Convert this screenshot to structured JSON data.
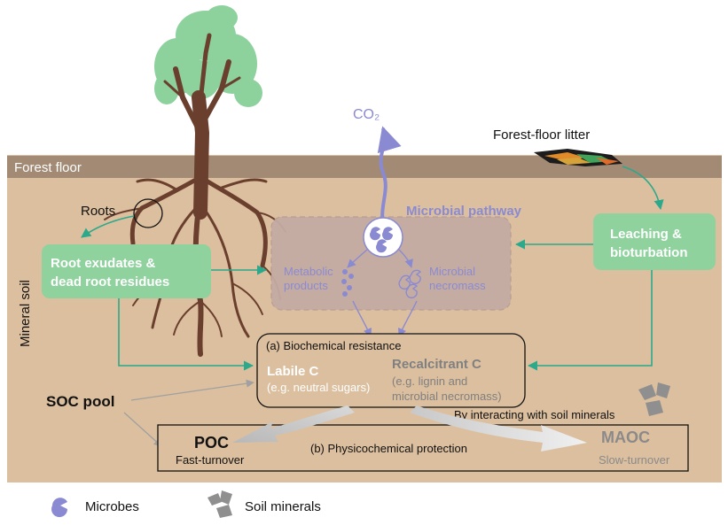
{
  "labels": {
    "co2": "CO₂",
    "forest_floor_litter": "Forest-floor litter",
    "forest_floor": "Forest floor",
    "mineral_soil": "Mineral soil",
    "roots": "Roots",
    "microbial_pathway": "Microbial pathway",
    "root_exudates_line1": "Root exudates &",
    "root_exudates_line2": "dead root residues",
    "leaching_line1": "Leaching &",
    "leaching_line2": "bioturbation",
    "metabolic_line1": "Metabolic",
    "metabolic_line2": "products",
    "necromass_line1": "Microbial",
    "necromass_line2": "necromass",
    "biochemical_resistance": "(a) Biochemical resistance",
    "labile_c": "Labile C",
    "labile_c_example": "(e.g. neutral sugars)",
    "recalcitrant_c": "Recalcitrant C",
    "recalcitrant_example_line1": "(e.g. lignin and",
    "recalcitrant_example_line2": "microbial necromass)",
    "soc_pool": "SOC pool",
    "interacting_minerals": "By interacting with soil minerals",
    "poc": "POC",
    "fast_turnover": "Fast-turnover",
    "physicochemical_protection": "(b) Physicochemical protection",
    "maoc": "MAOC",
    "slow_turnover": "Slow-turnover"
  },
  "legend": {
    "microbes": "Microbes",
    "soil_minerals": "Soil minerals"
  },
  "colors": {
    "soil": "#dcbf9f",
    "forest_floor_band": "#a28a74",
    "green_box": "#8fd29e",
    "green_arrow": "#2ba98a",
    "microbial_box": "#c4aba3",
    "microbial_purple": "#8a8ad2",
    "tree_trunk": "#6a3f2d",
    "tree_canopy": "#8dd19d",
    "gray_arrow": "#a8a8a8"
  },
  "icons": {
    "microbe": "microbe-icon",
    "mineral": "soil-mineral-icon",
    "litter": "leaf-litter-icon",
    "tree": "tree-icon"
  }
}
